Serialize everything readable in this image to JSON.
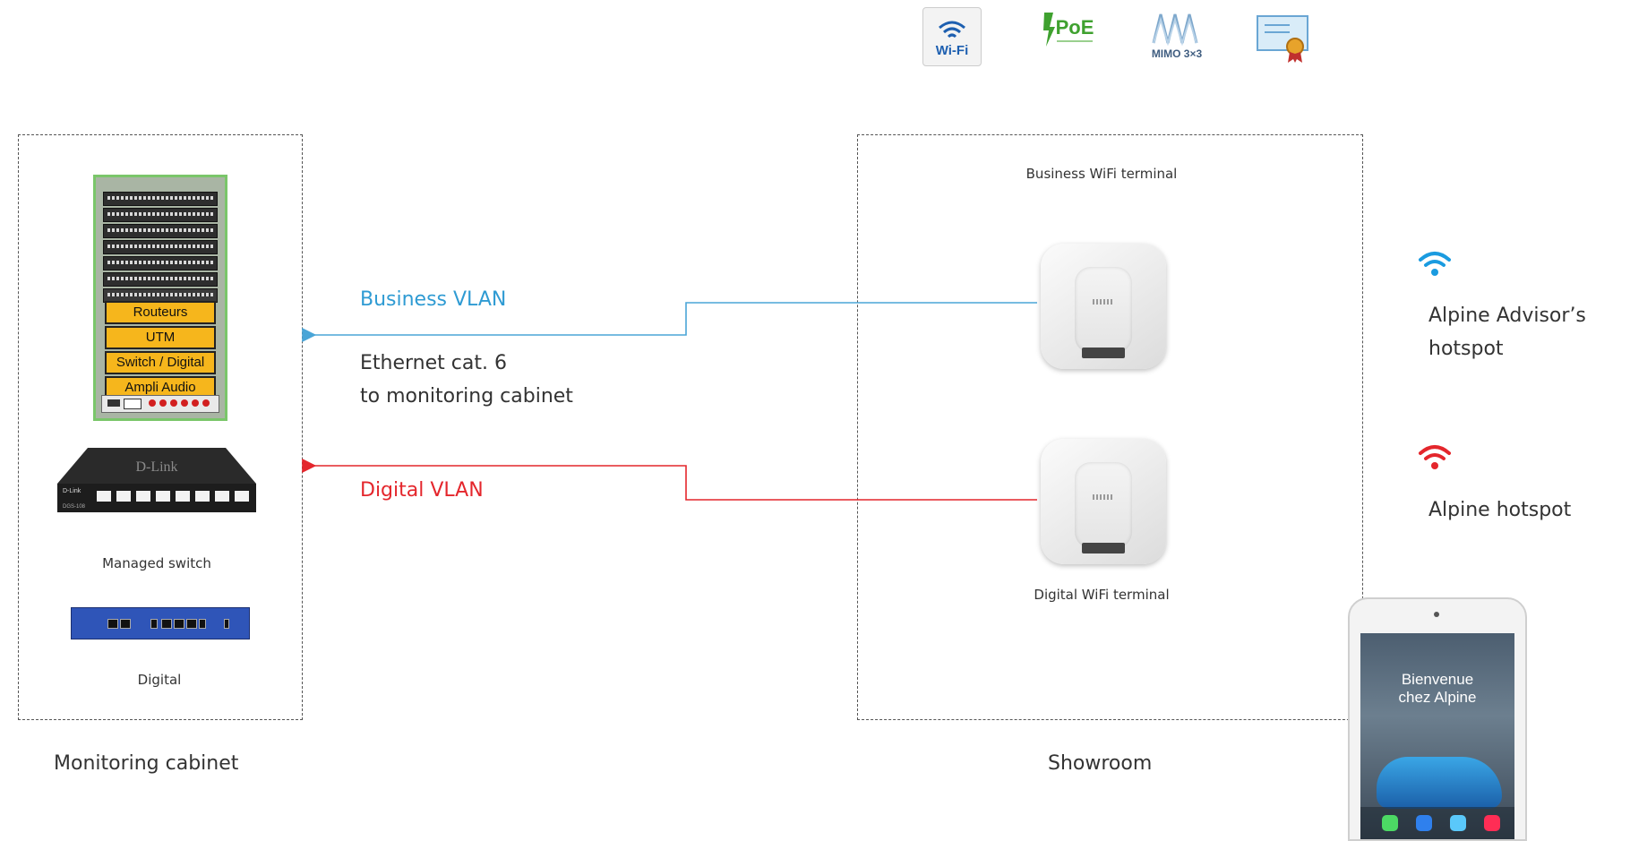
{
  "features": {
    "wifi": {
      "label": "Wi-Fi",
      "icon": "wifi-badge-icon"
    },
    "poe": {
      "label": "PoE",
      "icon": "poe-badge-icon"
    },
    "mimo": {
      "label": "MIMO 3×3",
      "icon": "mimo-badge-icon"
    },
    "cert": {
      "icon": "certificate-icon"
    }
  },
  "left_group": {
    "title": "Monitoring cabinet",
    "rack": {
      "slots": [
        "Routeurs",
        "UTM",
        "Switch / Digital",
        "Ampli Audio"
      ]
    },
    "switch": {
      "brand": "D-Link",
      "model": "DGS-108",
      "label": "Managed switch"
    },
    "device": {
      "label": "Digital"
    }
  },
  "right_group": {
    "title": "Showroom",
    "ap_business": {
      "label": "Business WiFi terminal"
    },
    "ap_digital": {
      "label": "Digital WiFi terminal"
    }
  },
  "links": {
    "business": {
      "label": "Business VLAN",
      "color": "#2f9bd3"
    },
    "ethernet": {
      "line1": "Ethernet cat. 6",
      "line2": "to monitoring cabinet"
    },
    "digital": {
      "label": "Digital VLAN",
      "color": "#e4262c"
    }
  },
  "hotspots": {
    "advisor": {
      "line1": "Alpine Advisor’s",
      "line2": "hotspot",
      "color": "#1a9be0",
      "icon": "wifi-icon"
    },
    "alpine": {
      "label": "Alpine hotspot",
      "color": "#e4262c",
      "icon": "wifi-icon"
    }
  },
  "tablet": {
    "line1": "Bienvenue",
    "line2": "chez Alpine"
  }
}
